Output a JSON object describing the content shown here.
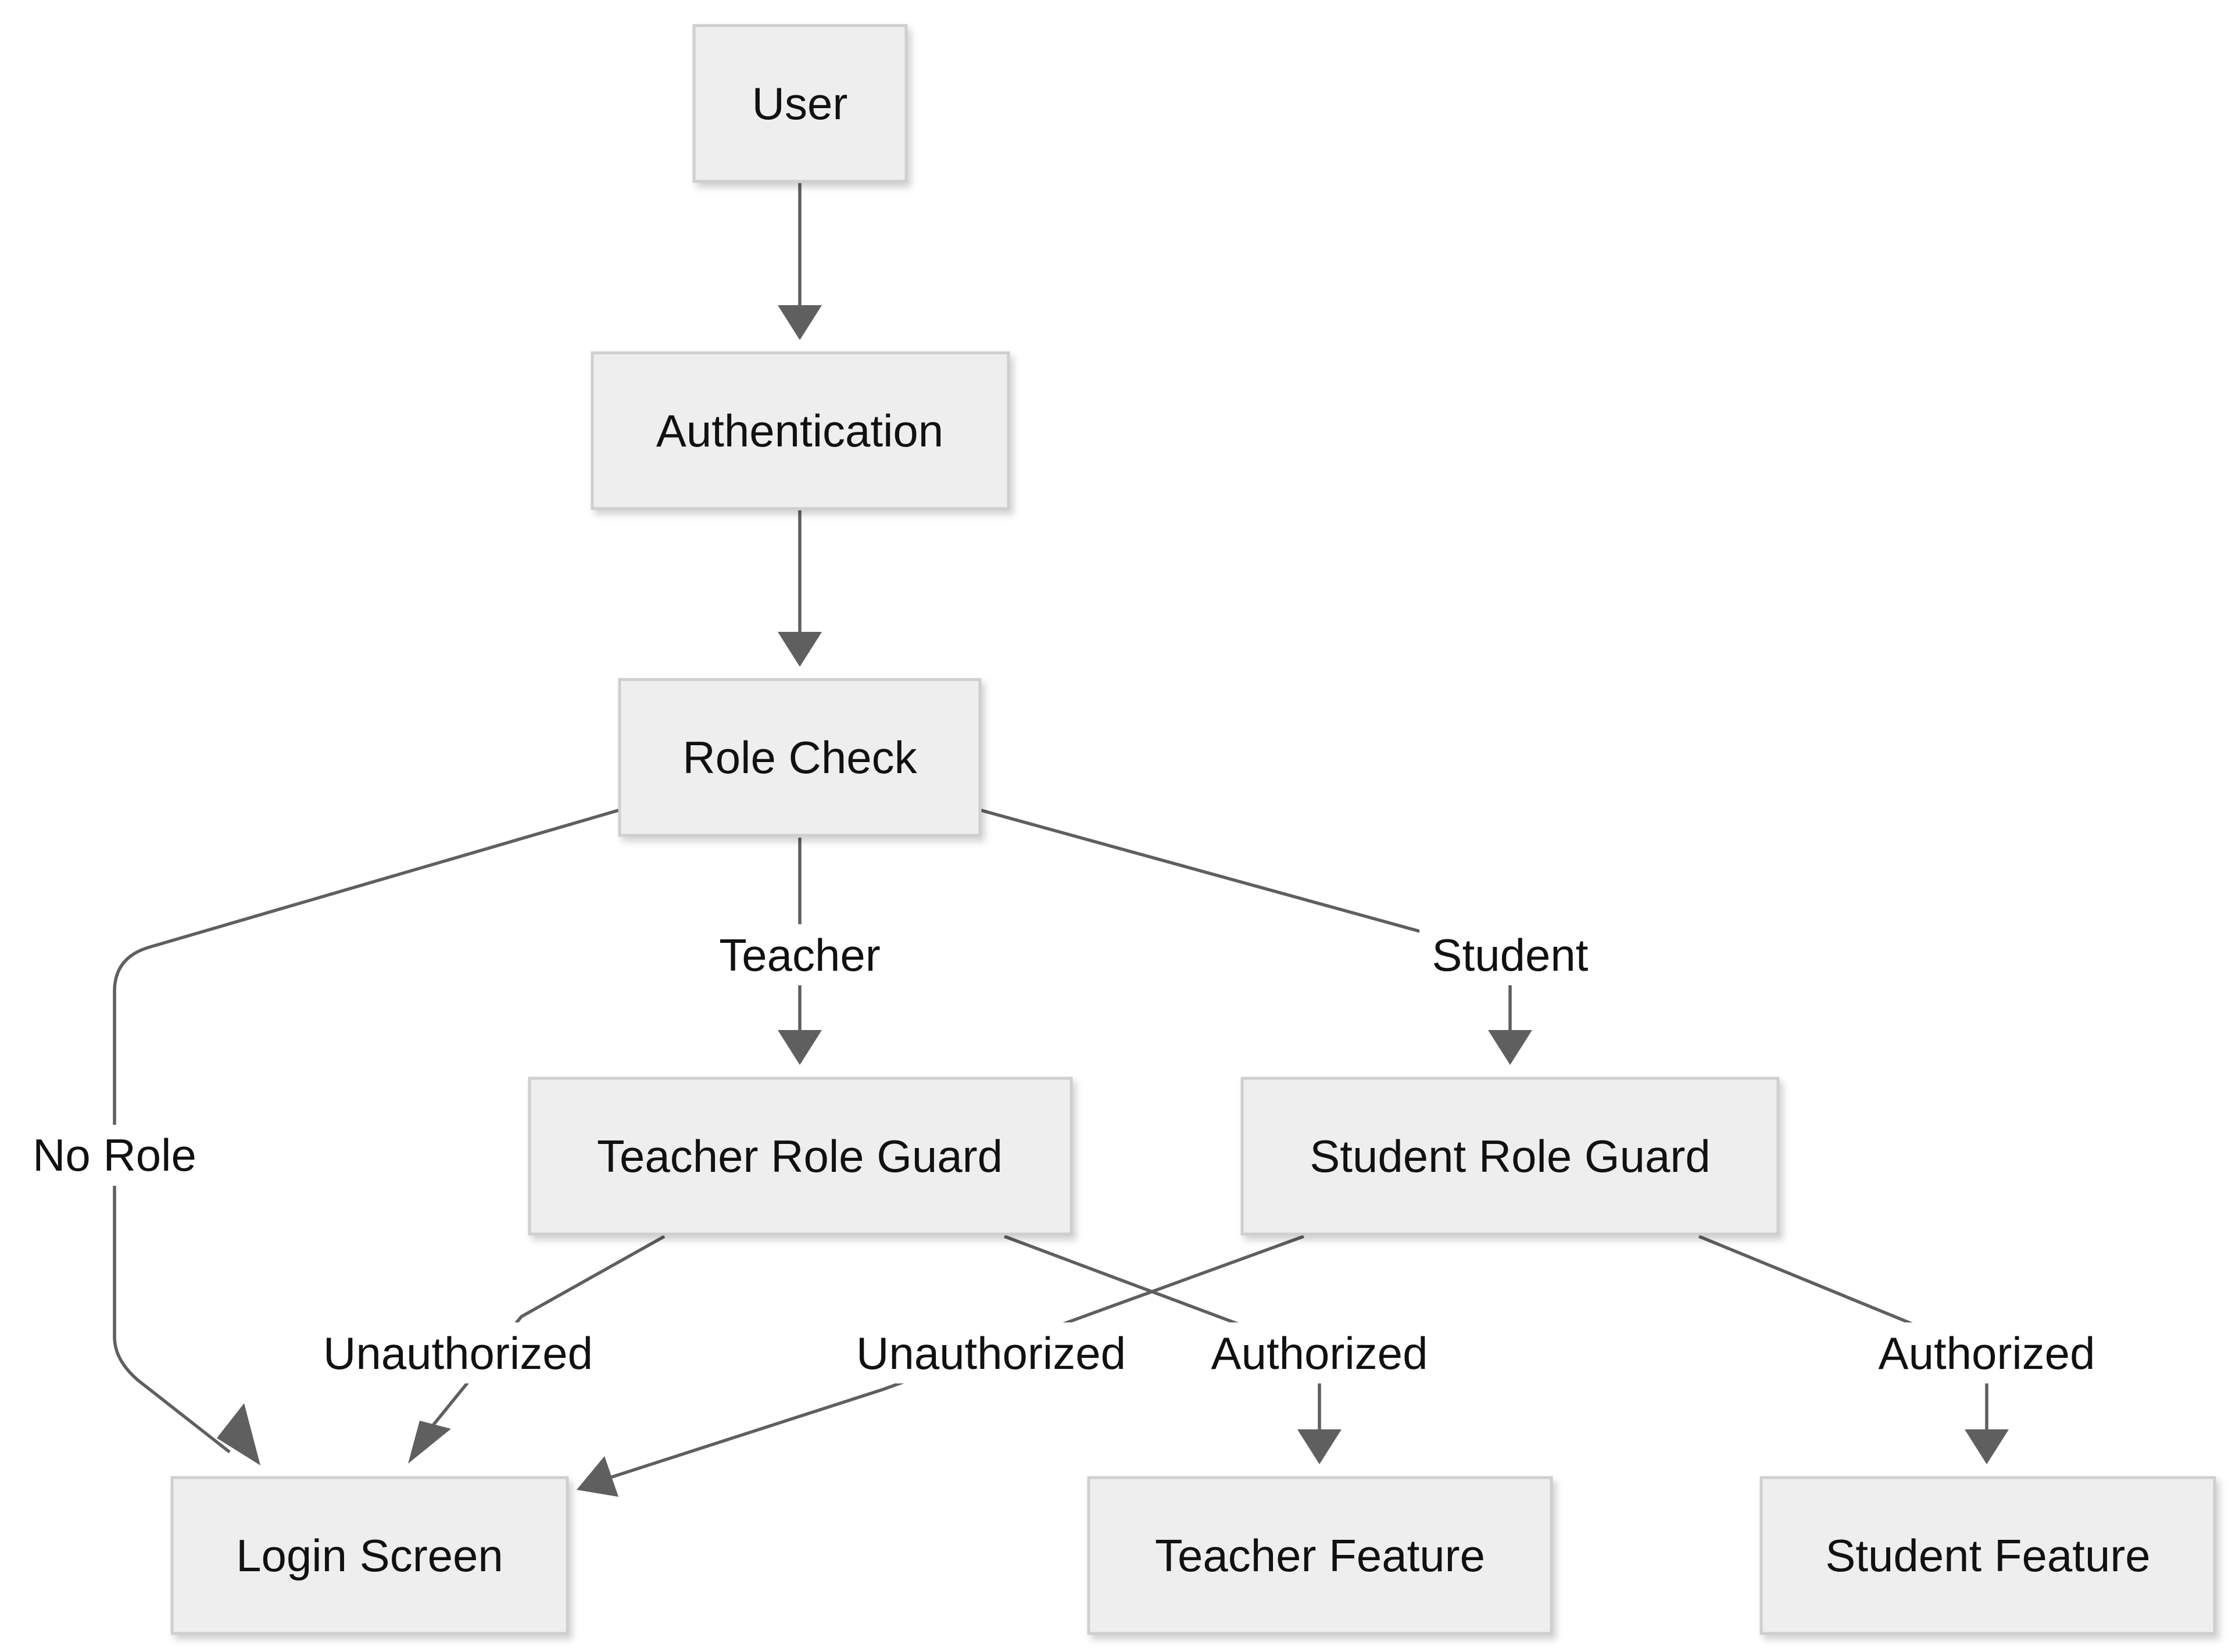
{
  "diagram": {
    "nodes": {
      "user": "User",
      "authentication": "Authentication",
      "role_check": "Role Check",
      "teacher_role_guard": "Teacher Role Guard",
      "student_role_guard": "Student Role Guard",
      "login_screen": "Login Screen",
      "teacher_feature": "Teacher Feature",
      "student_feature": "Student Feature"
    },
    "edge_labels": {
      "no_role": "No Role",
      "teacher": "Teacher",
      "student": "Student",
      "teacher_unauthorized": "Unauthorized",
      "teacher_authorized": "Authorized",
      "student_unauthorized": "Unauthorized",
      "student_authorized": "Authorized"
    }
  },
  "colors": {
    "node_fill": "#eeeeee",
    "node_border": "#cfcfcf",
    "edge": "#5f5f5f",
    "text": "#111111",
    "background": "#ffffff"
  }
}
